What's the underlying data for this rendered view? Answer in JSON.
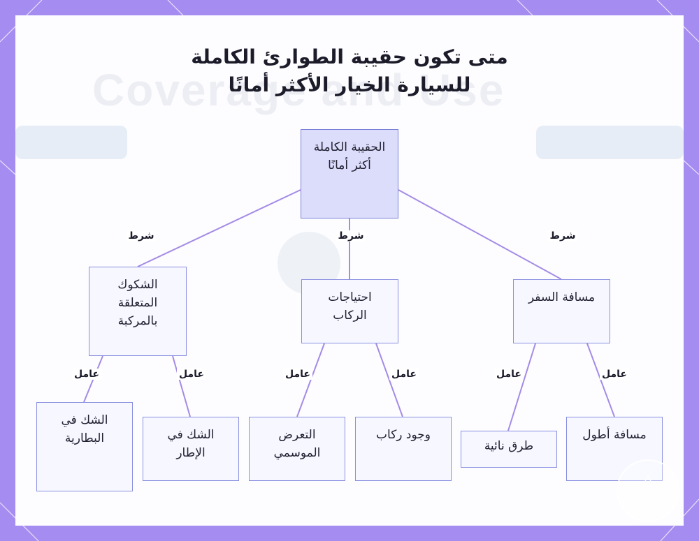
{
  "title": {
    "line1": "متى تكون حقيبة الطوارئ الكاملة",
    "line2": "للسيارة الخيار الأكثر أمانًا"
  },
  "nodes": {
    "root": "الحقيبة الكاملة أكثر أمانًا",
    "vehicle_doubts": "الشكوك المتعلقة بالمركبة",
    "passenger_needs": "احتياجات الركاب",
    "travel_distance": "مسافة السفر",
    "battery_doubt": "الشك في البطارية",
    "tire_doubt": "الشك في الإطار",
    "seasonal_exposure": "التعرض الموسمي",
    "passengers_present": "وجود ركاب",
    "remote_roads": "طرق نائية",
    "longer_distance": "مسافة أطول"
  },
  "edge_labels": {
    "condition": "شرط",
    "factor": "عامل"
  },
  "colors": {
    "frame": "#a58cf0",
    "edge": "#a48be6",
    "node_border": "#8a8fe0",
    "root_fill": "#dcdcfb",
    "node_fill": "#f6f7ff"
  }
}
